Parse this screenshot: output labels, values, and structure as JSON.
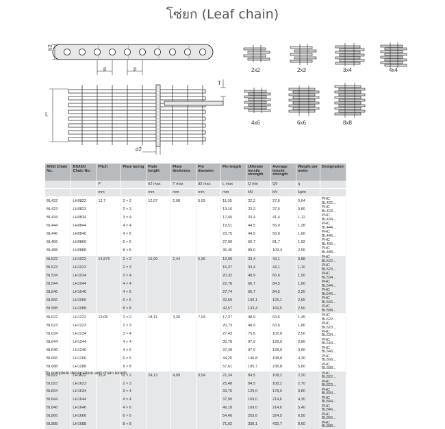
{
  "title": "โซ่ยก (Leaf chain)",
  "diagram": {
    "dim_labels": {
      "h2": "h2",
      "p": "p",
      "T": "T",
      "L": "L",
      "d2": "d2"
    },
    "lacings": [
      "2x2",
      "2x3",
      "3x4",
      "4x4",
      "4x6",
      "6x6",
      "8x8"
    ]
  },
  "table": {
    "headers": [
      "ANSI Chain No.",
      "BS/ISO Chain No.",
      "Pitch",
      "Plate lacing",
      "Plate height",
      "Plate thickness",
      "Pin diameter",
      "Pin length",
      "Ultimate tensile strength",
      "Average tensile strength",
      "Weight per meter",
      "Designation"
    ],
    "symbols": [
      "",
      "",
      "P",
      "",
      "h2 max",
      "T max",
      "d2 max",
      "L max",
      "Q min",
      "Q0",
      "q",
      ""
    ],
    "units": [
      "",
      "",
      "mm",
      "",
      "mm",
      "mm",
      "mm",
      "mm",
      "kN",
      "kN",
      "kg/m",
      ""
    ],
    "groups": [
      {
        "pitch": "12,7",
        "height": "12,07",
        "thickness": "2,08",
        "pin": "5,09",
        "rows": [
          [
            "BL422",
            "LH0822",
            "2 × 2",
            "11,05",
            "22,2",
            "27,6",
            "0,64",
            "PHC BL422..."
          ],
          [
            "BL423",
            "LH0823",
            "2 × 3",
            "13,16",
            "22,2",
            "27,6",
            "0,80",
            "PHC BL423..."
          ],
          [
            "BL434",
            "LH0834",
            "3 × 4",
            "17,40",
            "33,4",
            "41,4",
            "1,12",
            "PHC BL434..."
          ],
          [
            "BL444",
            "LH0844",
            "4 × 4",
            "19,51",
            "44,5",
            "56,0",
            "1,28",
            "PHC BL444..."
          ],
          [
            "BL446",
            "LH0846",
            "4 × 6",
            "23,75",
            "44,5",
            "56,0",
            "1,60",
            "PHC BL446..."
          ],
          [
            "BL466",
            "LH0866",
            "6 × 6",
            "27,99",
            "66,7",
            "81,7",
            "1,92",
            "PHC BL466..."
          ],
          [
            "BL488",
            "LH0888",
            "8 × 8",
            "36,45",
            "89,0",
            "109,4",
            "2,56",
            "PHC BL488..."
          ]
        ]
      },
      {
        "pitch": "15,875",
        "height": "15,09",
        "thickness": "2,44",
        "pin": "5,96",
        "rows": [
          [
            "BL522",
            "LH1022",
            "2 × 2",
            "12,90",
            "33,4",
            "43,1",
            "0,88",
            "PHC BL522..."
          ],
          [
            "BL523",
            "LH1023",
            "2 × 3",
            "15,37",
            "33,4",
            "43,1",
            "1,10",
            "PHC BL523..."
          ],
          [
            "BL534",
            "LH1034",
            "3 × 4",
            "20,32",
            "48,9",
            "65,6",
            "1,50",
            "PHC BL534..."
          ],
          [
            "BL544",
            "LH1044",
            "4 × 4",
            "22,78",
            "66,7",
            "84,5",
            "1,80",
            "PHC BL544..."
          ],
          [
            "BL546",
            "LH1046",
            "4 × 6",
            "27,74",
            "66,7",
            "84,5",
            "2,20",
            "PHC BL546..."
          ],
          [
            "BL566",
            "LH1066",
            "6 × 6",
            "32,69",
            "100,1",
            "125,1",
            "2,65",
            "PHC BL566..."
          ],
          [
            "BL588",
            "LH1088",
            "8 × 8",
            "42,57",
            "133,4",
            "169,5",
            "2,50",
            "PHC BL588..."
          ]
        ]
      },
      {
        "pitch": "19,05",
        "height": "18,11",
        "thickness": "3,30",
        "pin": "7,94",
        "rows": [
          [
            "BL622",
            "LH1222",
            "2 × 2",
            "17,37",
            "48,9",
            "63,6",
            "1,45",
            "PHC BL622..."
          ],
          [
            "BL623",
            "LH1223",
            "2 × 3",
            "20,73",
            "48,9",
            "63,6",
            "1,80",
            "PHC BL623..."
          ],
          [
            "BL634",
            "LH1234",
            "3 × 4",
            "27,43",
            "75,6",
            "102,8",
            "2,50",
            "PHC BL634..."
          ],
          [
            "BL644",
            "LH1244",
            "4 × 4",
            "30,78",
            "97,9",
            "128,9",
            "2,90",
            "PHC BL644..."
          ],
          [
            "BL646",
            "LH1246",
            "4 × 6",
            "37,49",
            "97,9",
            "128,9",
            "3,60",
            "PHC BL646..."
          ],
          [
            "BL666",
            "LH1266",
            "6 × 6",
            "44,20",
            "146,8",
            "198,8",
            "4,30",
            "PHC BL666..."
          ],
          [
            "BL688",
            "LH1288",
            "8 × 8",
            "57,61",
            "195,7",
            "238,8",
            "5,80",
            "PHC BL688..."
          ]
        ]
      },
      {
        "pitch": "25,4",
        "height": "24,13",
        "thickness": "4,09",
        "pin": "9,54",
        "rows": [
          [
            "BL822",
            "LH1622",
            "2 × 2",
            "21,34",
            "84,5",
            "108,2",
            "2,20",
            "PHC BL822..."
          ],
          [
            "BL823",
            "LH1623",
            "2 × 3",
            "25,48",
            "84,5",
            "108,2",
            "2,70",
            "PHC BL823..."
          ],
          [
            "BL834",
            "LH1634",
            "3 × 4",
            "33,76",
            "129,0",
            "178,0",
            "3,80",
            "PHC BL834..."
          ],
          [
            "BL844",
            "LH1644",
            "4 × 4",
            "37,90",
            "169,0",
            "214,6",
            "4,30",
            "PHC BL844..."
          ],
          [
            "BL846",
            "LH1646",
            "4 × 6",
            "46,18",
            "169,0",
            "214,6",
            "5,40",
            "PHC BL846..."
          ],
          [
            "BL866",
            "LH1666",
            "6 × 6",
            "54,46",
            "253,6",
            "324,5",
            "6,50",
            "PHC BL866..."
          ],
          [
            "BL888",
            "LH1688",
            "8 × 8",
            "71,02",
            "338,1",
            "432,7",
            "8,60",
            "PHC BL888..."
          ]
        ]
      }
    ]
  },
  "footnote": "To complete designation add chain length"
}
